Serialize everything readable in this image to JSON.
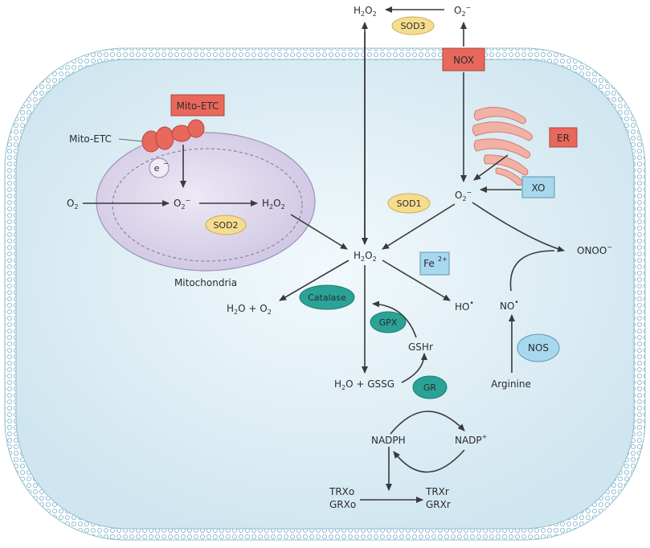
{
  "colors": {
    "cytoplasm": "#dcedf5",
    "membrane": "#9cc6da",
    "mitochondrion": "#d9d3ea",
    "red_box": "#e8685b",
    "blue_box": "#a8d8ee",
    "yellow_oval": "#f6dd8e",
    "teal_oval": "#2aa396"
  },
  "labels": {
    "h2o2_out_main": "H",
    "h2o2_out_sub": "2",
    "h2o2_out_o": "O",
    "h2o2_out_sub2": "2",
    "o2m_out_main": "O",
    "o2m_out_sub": "2",
    "o2m_out_sup": "−",
    "sod3": "SOD3",
    "nox": "NOX",
    "mito_etc_box": "Mito-ETC",
    "mito_etc_label": "Mito-ETC",
    "electron_main": "e",
    "electron_sup": "−",
    "er": "ER",
    "xo": "XO",
    "o2_main": "O",
    "o2_sub": "2",
    "mito_o2m_main": "O",
    "mito_o2m_sub": "2",
    "mito_o2m_sup": "−",
    "mito_h2o2_main": "H",
    "mito_h2o2_sub": "2",
    "mito_h2o2_o": "O",
    "mito_h2o2_sub2": "2",
    "sod2": "SOD2",
    "mitochondria": "Mitochondria",
    "cyto_o2m_main": "O",
    "cyto_o2m_sub": "2",
    "cyto_o2m_sup": "−",
    "sod1": "SOD1",
    "onoo": "ONOO",
    "onoo_sup": "−",
    "center_h2o2_main": "H",
    "center_h2o2_sub": "2",
    "center_h2o2_o": "O",
    "center_h2o2_sub2": "2",
    "fe_main": "Fe",
    "fe_sup": "2+",
    "h2o_o2_a": "H",
    "h2o_o2_sub": "2",
    "h2o_o2_b": "O + O",
    "h2o_o2_sub2": "2",
    "catalase": "Catalase",
    "ho_main": "HO",
    "ho_sup": "•",
    "no_main": "NO",
    "no_sup": "•",
    "gpx": "GPX",
    "gshr": "GSHr",
    "nos": "NOS",
    "h2o_gssg_a": "H",
    "h2o_gssg_sub": "2",
    "h2o_gssg_b": "O + GSSG",
    "gr": "GR",
    "arginine": "Arginine",
    "nadph": "NADPH",
    "nadp_main": "NADP",
    "nadp_sup": "+",
    "trxo": "TRXo",
    "grxo": "GRXo",
    "trxr": "TRXr",
    "grxr": "GRXr"
  }
}
